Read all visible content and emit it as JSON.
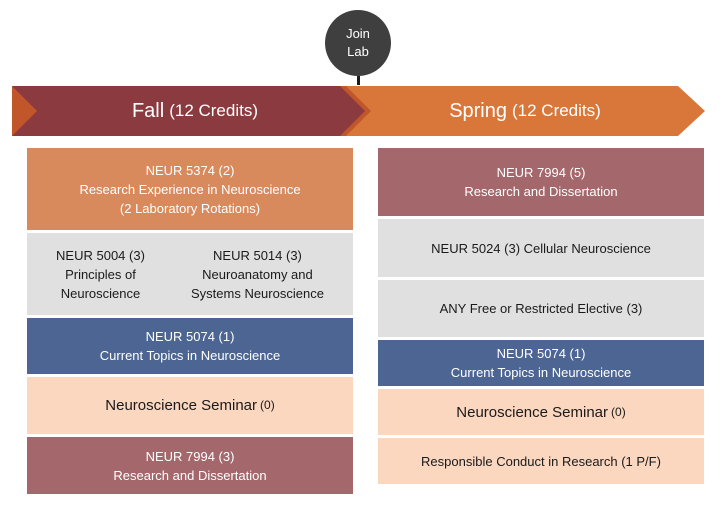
{
  "join_lab": {
    "line1": "Join",
    "line2": "Lab"
  },
  "fall": {
    "title": "Fall",
    "credits": "(12 Credits)",
    "color": "#8b3a40",
    "boxes": {
      "research_exp": {
        "code": "NEUR 5374 (2)",
        "title": "Research Experience in Neuroscience",
        "note": "(2 Laboratory Rotations)"
      },
      "principles": {
        "code": "NEUR 5004 (3)",
        "line1": "Principles of",
        "line2": "Neuroscience"
      },
      "neuroanatomy": {
        "code": "NEUR 5014 (3)",
        "line1": "Neuroanatomy and",
        "line2": "Systems Neuroscience"
      },
      "current_topics": {
        "code": "NEUR 5074 (1)",
        "title": "Current Topics in Neuroscience"
      },
      "seminar": {
        "title": "Neuroscience Seminar",
        "credits": "(0)"
      },
      "dissertation": {
        "code": "NEUR 7994 (3)",
        "title": "Research and Dissertation"
      }
    }
  },
  "spring": {
    "title": "Spring",
    "credits": "(12 Credits)",
    "color": "#d9773a",
    "boxes": {
      "dissertation": {
        "code": "NEUR 7994 (5)",
        "title": "Research and Dissertation"
      },
      "cellular": {
        "text": "NEUR 5024 (3) Cellular Neuroscience"
      },
      "elective": {
        "text": "ANY Free or Restricted Elective (3)"
      },
      "current_topics": {
        "code": "NEUR 5074 (1)",
        "title": "Current Topics in Neuroscience"
      },
      "seminar": {
        "title": "Neuroscience Seminar",
        "credits": "(0)"
      },
      "conduct": {
        "text": "Responsible Conduct in Research (1 P/F)"
      }
    }
  }
}
